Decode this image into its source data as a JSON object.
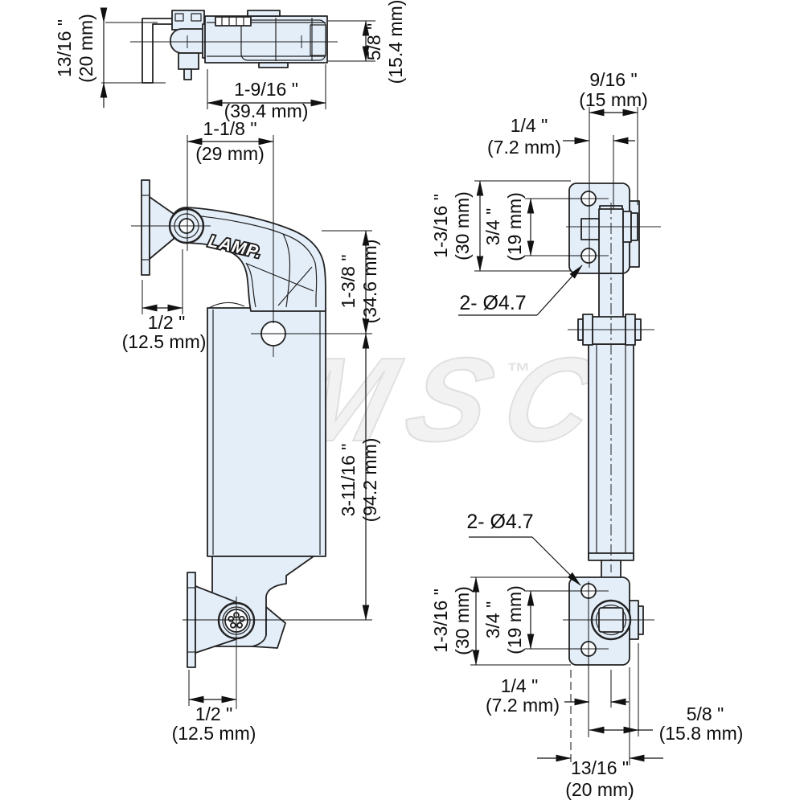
{
  "watermark": {
    "text": "MSC",
    "tm": "™"
  },
  "logo": "LAMP.",
  "top_view": {
    "depth_in": "13/16 \"",
    "depth_mm": "(20 mm)",
    "height_in": "5/8 \"",
    "height_mm": "(15.4 mm)",
    "length_in": "1-9/16 \"",
    "length_mm": "(39.4 mm)"
  },
  "side_view": {
    "arm_reach_in": "1-1/8 \"",
    "arm_reach_mm": "(29 mm)",
    "flange_top_in": "1/2 \"",
    "flange_top_mm": "(12.5 mm)",
    "arm_height_in": "1-3/8 \"",
    "arm_height_mm": "(34.6 mm)",
    "body_height_in": "3-11/16 \"",
    "body_height_mm": "(94.2 mm)",
    "flange_bottom_in": "1/2 \"",
    "flange_bottom_mm": "(12.5 mm)"
  },
  "front_view": {
    "top_width_in": "9/16 \"",
    "top_width_mm": "(15 mm)",
    "top_offset_in": "1/4 \"",
    "top_offset_mm": "(7.2 mm)",
    "plate_top_h_in": "1-3/16 \"",
    "plate_top_h_mm": "(30 mm)",
    "holes_top_in": "3/4 \"",
    "holes_top_mm": "(19 mm)",
    "callout_top": "2- Ø4.7",
    "callout_bottom": "2- Ø4.7",
    "plate_bot_h_in": "1-3/16 \"",
    "plate_bot_h_mm": "(30 mm)",
    "holes_bot_in": "3/4 \"",
    "holes_bot_mm": "(19 mm)",
    "bot_offset_in": "1/4 \"",
    "bot_offset_mm": "(7.2 mm)",
    "pin_width_in": "5/8 \"",
    "pin_width_mm": "(15.8 mm)",
    "plate_width_in": "13/16 \"",
    "plate_width_mm": "(20 mm)"
  },
  "colors": {
    "part_fill": "#e4eef9",
    "line": "#222222",
    "watermark": "#f2f2f2"
  }
}
